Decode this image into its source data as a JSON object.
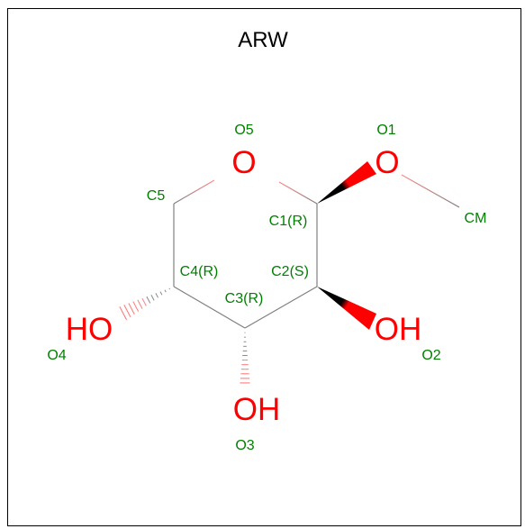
{
  "title": "ARW",
  "colors": {
    "oxygen": "#ff0000",
    "label": "#008000",
    "bond": "#808080",
    "wedge": "#000000"
  },
  "atoms": {
    "o_ring": "O",
    "o1": "O",
    "o2": "OH",
    "o3": "OH",
    "o4": "HO"
  },
  "labels": {
    "O5": "O5",
    "O1": "O1",
    "C5": "C5",
    "C1": "C1(R)",
    "CM": "CM",
    "C4": "C4(R)",
    "C2": "C2(S)",
    "C3": "C3(R)",
    "O4": "O4",
    "O2": "O2",
    "O3": "O3"
  }
}
